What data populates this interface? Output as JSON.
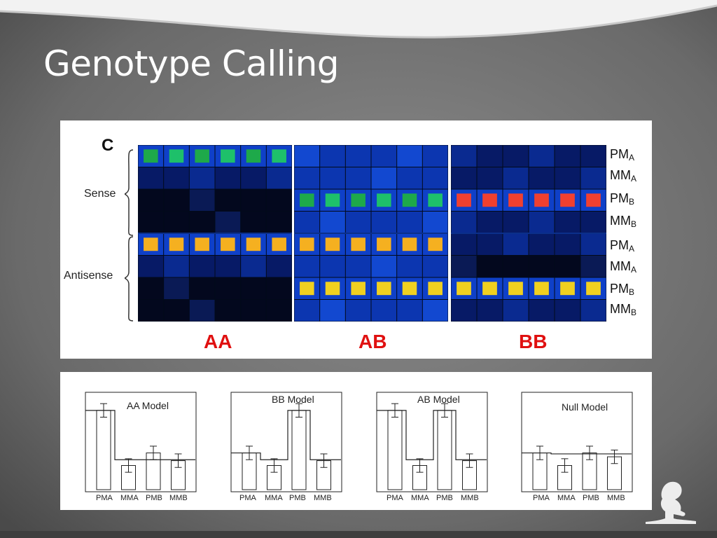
{
  "slide": {
    "title": "Genotype Calling"
  },
  "heatmap_figure": {
    "panel_letter": "C",
    "strands": [
      "Sense",
      "Antisense"
    ],
    "row_labels": [
      {
        "main": "PM",
        "sub": "A"
      },
      {
        "main": "MM",
        "sub": "A"
      },
      {
        "main": "PM",
        "sub": "B"
      },
      {
        "main": "MM",
        "sub": "B"
      },
      {
        "main": "PM",
        "sub": "A"
      },
      {
        "main": "MM",
        "sub": "A"
      },
      {
        "main": "PM",
        "sub": "B"
      },
      {
        "main": "MM",
        "sub": "B"
      }
    ],
    "genotypes": [
      "AA",
      "AB",
      "BB"
    ],
    "genotype_color": "#e01010"
  },
  "models": [
    {
      "title": "AA Model",
      "categories": [
        "PMA",
        "MMA",
        "PMB",
        "MMB"
      ],
      "values": [
        0.82,
        0.25,
        0.38,
        0.3
      ],
      "baseline": 0.31
    },
    {
      "title": "BB Model",
      "categories": [
        "PMA",
        "MMA",
        "PMB",
        "MMB"
      ],
      "values": [
        0.38,
        0.25,
        0.82,
        0.3
      ],
      "baseline": 0.31
    },
    {
      "title": "AB Model",
      "categories": [
        "PMA",
        "MMA",
        "PMB",
        "MMB"
      ],
      "values": [
        0.82,
        0.25,
        0.82,
        0.3
      ],
      "baseline": 0.31
    },
    {
      "title": "Null Model",
      "categories": [
        "PMA",
        "MMA",
        "PMB",
        "MMB"
      ],
      "values": [
        0.38,
        0.25,
        0.38,
        0.34
      ],
      "baseline": 0.37
    }
  ]
}
